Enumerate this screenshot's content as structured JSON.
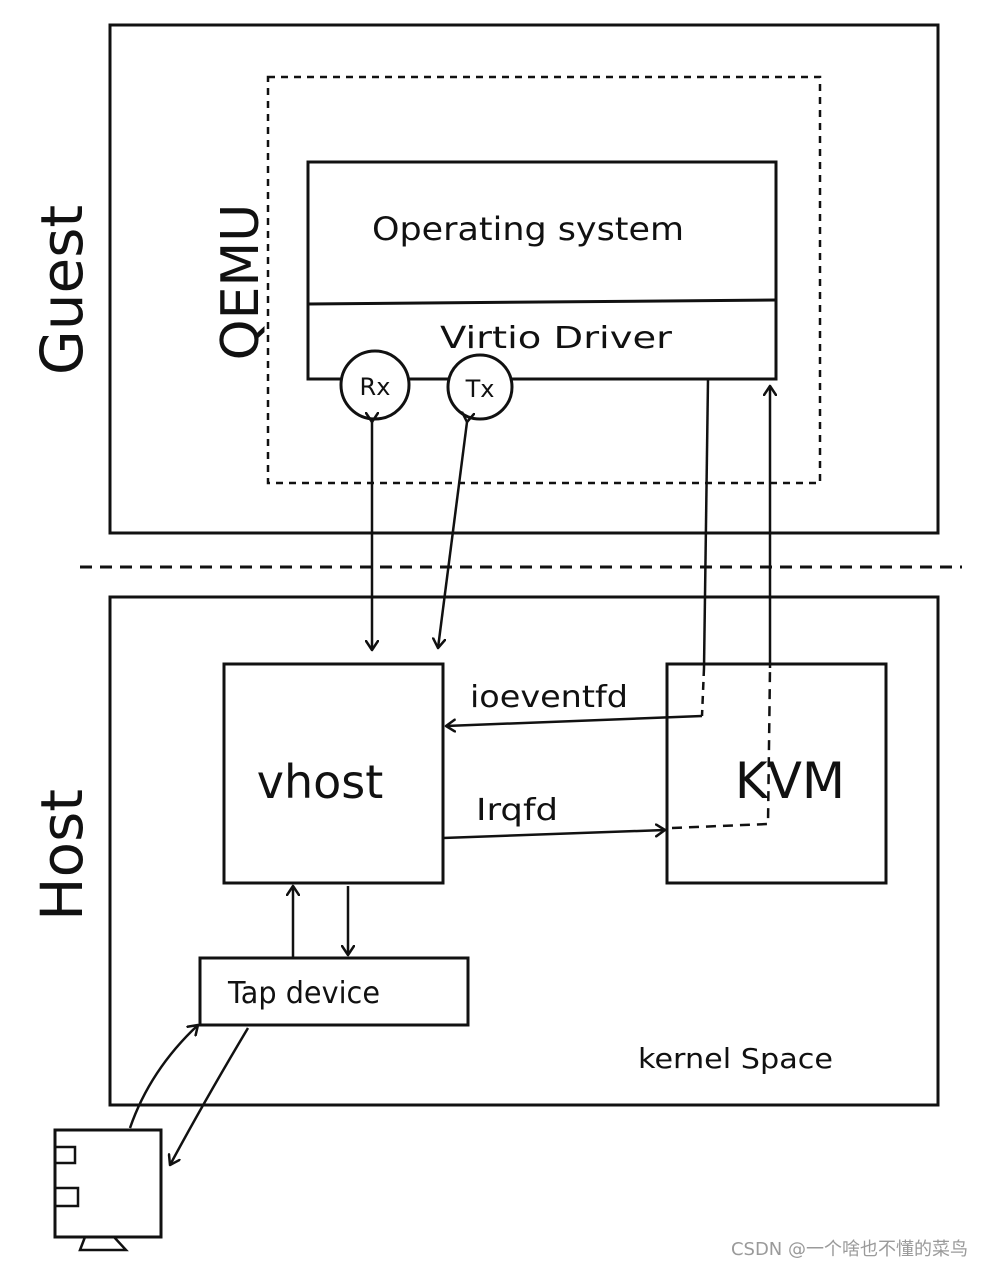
{
  "labels": {
    "guest": "Guest",
    "qemu": "QEMU",
    "operating_system": "Operating system",
    "virtio_driver": "Virtio Driver",
    "rx": "Rx",
    "tx": "Tx",
    "host": "Host",
    "vhost": "vhost",
    "kvm": "KVM",
    "ioeventfd": "ioeventfd",
    "irqfd": "Irqfd",
    "tap_device": "Tap device",
    "kernel_space": "kernel Space"
  },
  "watermark": "CSDN @一个啥也不懂的菜鸟",
  "colors": {
    "ink": "#111111",
    "watermark": "#9a9a9a",
    "background": "#ffffff"
  }
}
